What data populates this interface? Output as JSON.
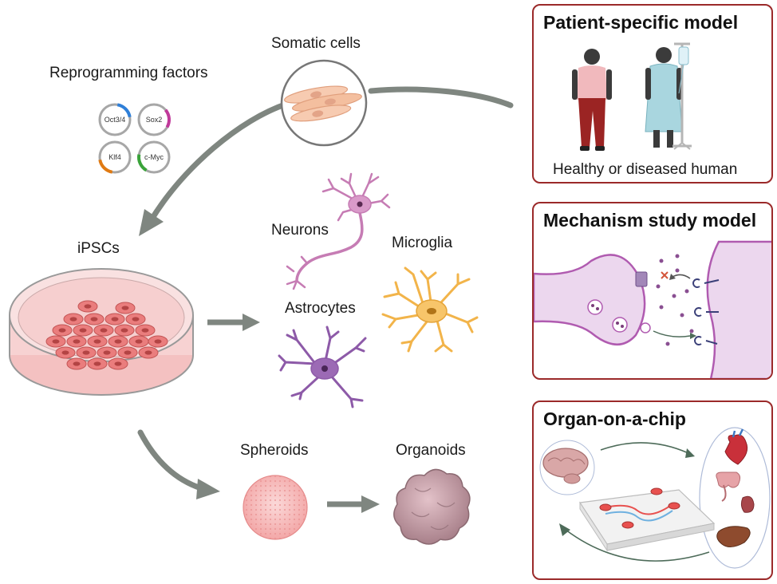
{
  "labels": {
    "reprogramming_factors": "Reprogramming factors",
    "somatic_cells": "Somatic cells",
    "ipscs": "iPSCs",
    "neurons": "Neurons",
    "microglia": "Microglia",
    "astrocytes": "Astrocytes",
    "spheroids": "Spheroids",
    "organoids": "Organoids"
  },
  "plasmids": [
    {
      "label": "Oct3/4",
      "color": "#2f7fd8"
    },
    {
      "label": "Sox2",
      "color": "#c0399a"
    },
    {
      "label": "Klf4",
      "color": "#e07a12"
    },
    {
      "label": "c-Myc",
      "color": "#3aa33a"
    }
  ],
  "panels": {
    "patient": {
      "title": "Patient-specific model",
      "caption": "Healthy or diseased human"
    },
    "mechanism": {
      "title": "Mechanism study model"
    },
    "chip": {
      "title": "Organ-on-a-chip"
    }
  },
  "colors": {
    "panel_border": "#9b2a2a",
    "arrow": "#7f8680",
    "neuron": "#c67cb4",
    "astrocyte": "#8d5aa8",
    "microglia": "#f2b44a",
    "ipsc_cell": "#ea7d7d",
    "dish": "#f5c5c5"
  }
}
